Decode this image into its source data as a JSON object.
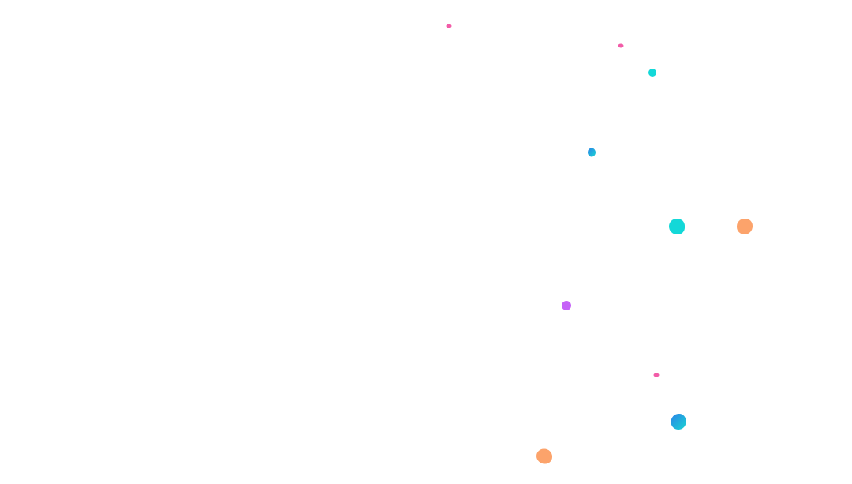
{
  "background_color": "#ffffff",
  "palette": {
    "pink": "#f25ca8",
    "cyan": "#13d8d8",
    "blue_cyan_start": "#2b84e8",
    "blue_cyan_end": "#19d2d2",
    "orange": "#fca36b",
    "purple": "#c562f7"
  },
  "blobs": [
    {
      "name": "pink-dot-1",
      "fill": "pink"
    },
    {
      "name": "pink-dot-2",
      "fill": "pink"
    },
    {
      "name": "cyan-dot-1",
      "fill": "cyan"
    },
    {
      "name": "blue-dot-1",
      "fill": "blue_cyan"
    },
    {
      "name": "cyan-blob-1",
      "fill": "cyan"
    },
    {
      "name": "orange-blob-1",
      "fill": "orange"
    },
    {
      "name": "purple-dot-1",
      "fill": "purple"
    },
    {
      "name": "pink-dot-3",
      "fill": "pink"
    },
    {
      "name": "blue-blob-1",
      "fill": "blue_cyan"
    },
    {
      "name": "orange-blob-2",
      "fill": "orange"
    }
  ]
}
